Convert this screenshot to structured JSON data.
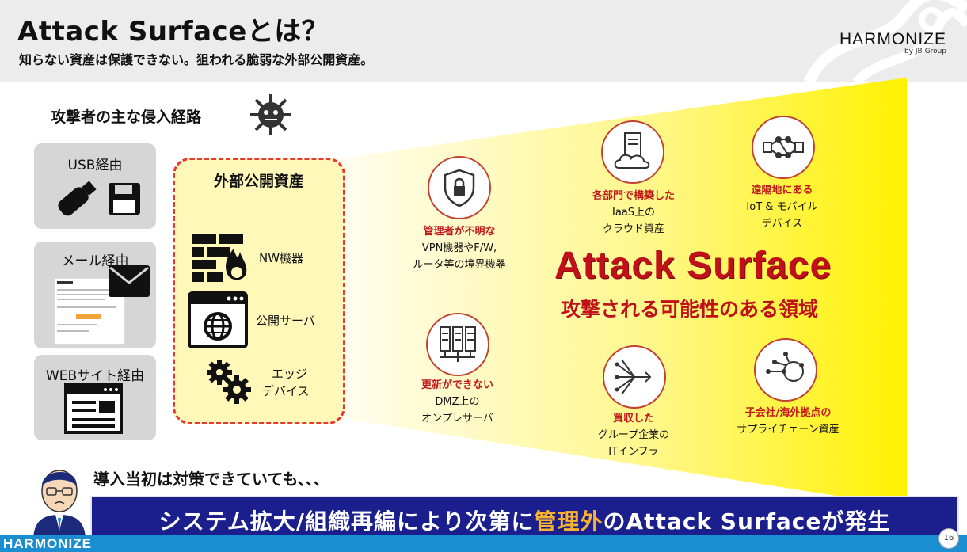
{
  "header": {
    "title": "Attack Surfaceとは？",
    "subtitle": "知らない資産は保護できない。狙われる脆弱な外部公開資産。",
    "logo_name": "HARMONIZE",
    "logo_by": "by JB Group"
  },
  "routes": {
    "title": "攻撃者の主な侵入経路",
    "usb": "USB経由",
    "mail": "メール経由",
    "web": "WEBサイト経由"
  },
  "external_assets": {
    "title": "外部公開資産",
    "nw": "NW機器",
    "server": "公開サーバ",
    "edge_1": "エッジ",
    "edge_2": "デバイス"
  },
  "surface_items": {
    "vpn": {
      "red": "管理者が不明な",
      "l1": "VPN機器やF/W,",
      "l2": "ルータ等の境界機器"
    },
    "cloud": {
      "red": "各部門で構築した",
      "l1": "IaaS上の",
      "l2": "クラウド資産"
    },
    "iot": {
      "red": "遠隔地にある",
      "l1": "IoT & モバイル",
      "l2": "デバイス"
    },
    "dmz": {
      "red": "更新ができない",
      "l1": "DMZ上の",
      "l2": "オンプレサーバ"
    },
    "group": {
      "red": "買収した",
      "l1": "グループ企業の",
      "l2": "ITインフラ"
    },
    "sub": {
      "red": "子会社/海外拠点の",
      "l1": "サプライチェーン資産"
    }
  },
  "attack_surface": {
    "title": "Attack Surface",
    "subtitle": "攻撃される可能性のある領域"
  },
  "bottom": {
    "intro": "導入当初は対策できていても、、、",
    "banner_pre": "システム拡大/組織再編により次第に",
    "banner_hl": "管理外",
    "banner_post": "のAttack Surfaceが発生"
  },
  "footer": {
    "brand": "HARMONIZE",
    "page": "16"
  },
  "colors": {
    "accent_red": "#c0101a",
    "banner_blue": "#1b1f8e",
    "highlight": "#f7b233",
    "footer_blue": "#1a8ed1"
  }
}
